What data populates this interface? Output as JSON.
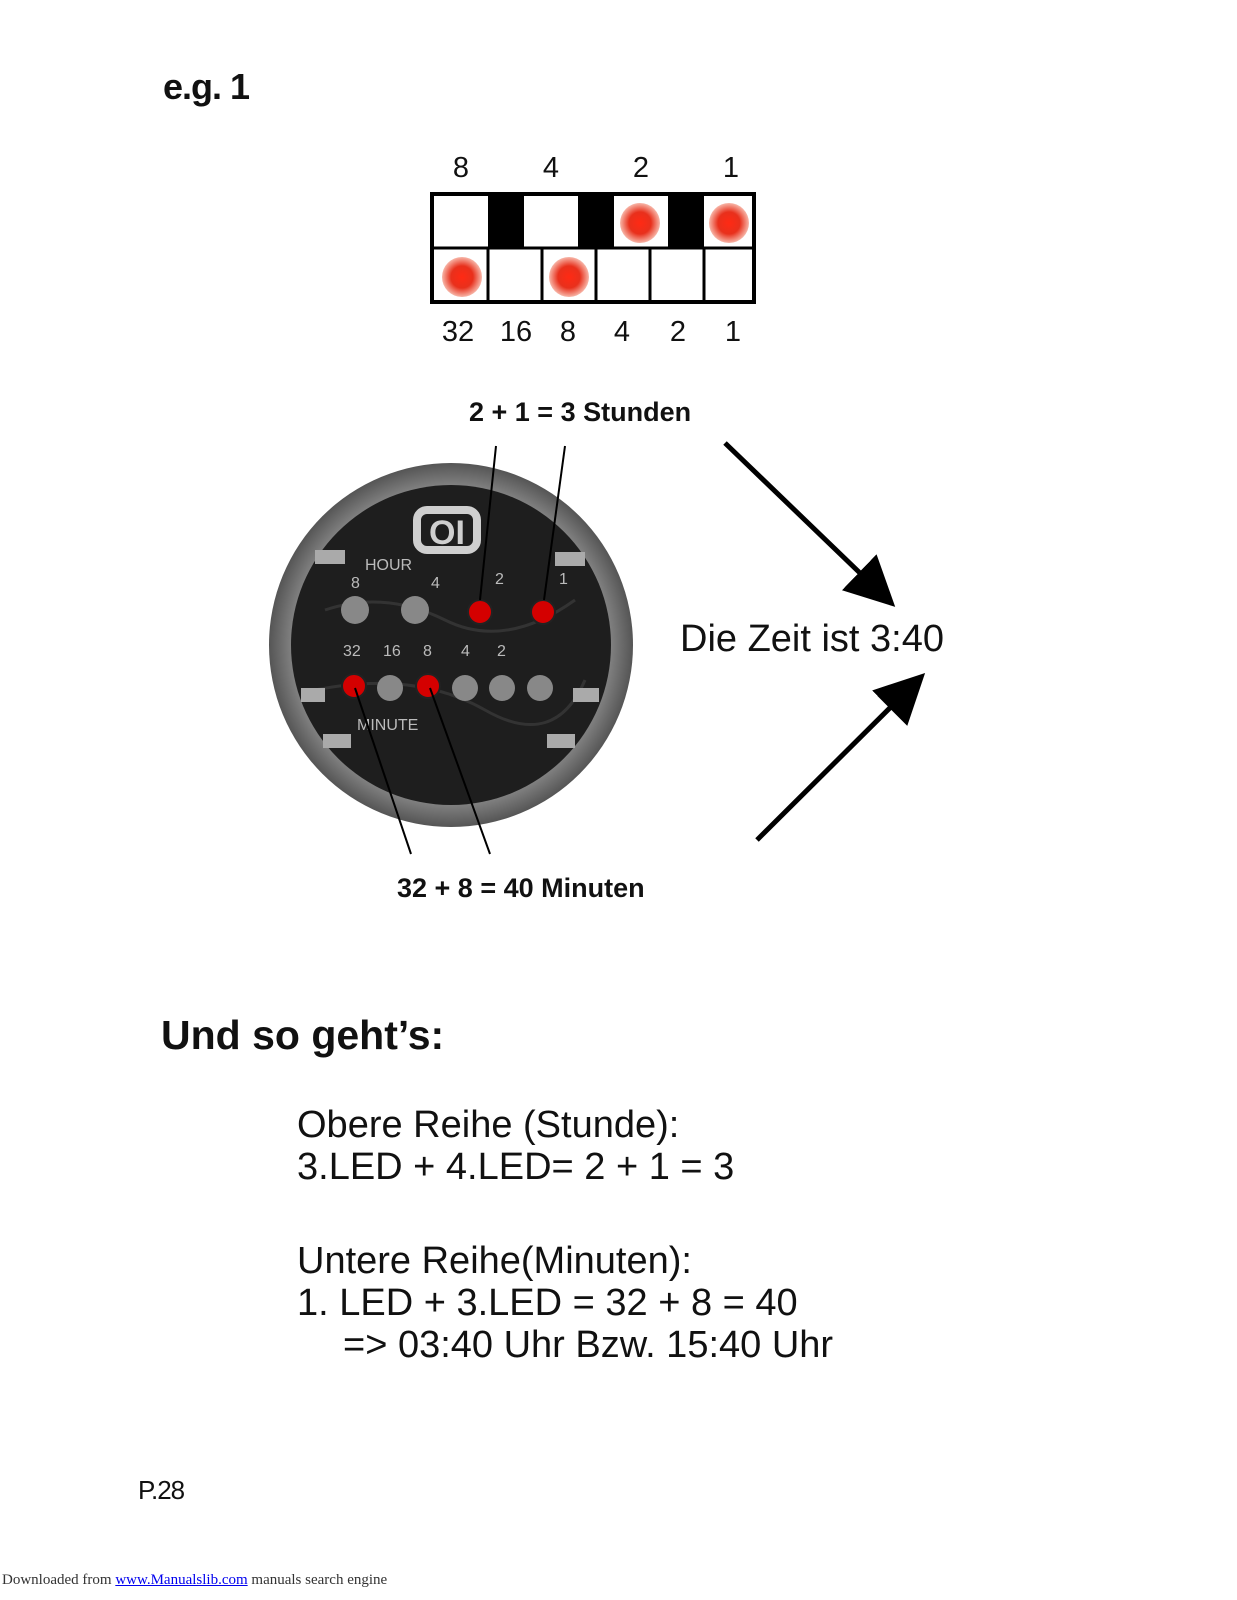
{
  "example_title": "e.g. 1",
  "top_row_labels": [
    "8",
    "4",
    "2",
    "1"
  ],
  "bottom_row_labels": [
    "32",
    "16",
    "8",
    "4",
    "2",
    "1"
  ],
  "led_state": {
    "hour": [
      false,
      false,
      true,
      true
    ],
    "minute": [
      true,
      false,
      true,
      false,
      false,
      false
    ]
  },
  "watch": {
    "logo": "OI",
    "hour_label": "HOUR",
    "minute_label": "MINUTE",
    "hour_values": [
      "8",
      "4",
      "2",
      "1"
    ],
    "minute_values": [
      "32",
      "16",
      "8",
      "4",
      "2"
    ]
  },
  "hours_caption": "2  +  1  =  3 Stunden",
  "minutes_caption": "32  +  8  =  40 Minuten",
  "time_statement": "Die Zeit ist 3:40",
  "howto_heading": "Und so geht’s:",
  "explanation": {
    "upper_title": "Obere Reihe (Stunde):",
    "upper_calc": "3.LED + 4.LED= 2 + 1 = 3",
    "lower_title": "Untere Reihe(Minuten):",
    "lower_calc": "1. LED + 3.LED = 32 + 8 = 40",
    "result": "=> 03:40 Uhr Bzw. 15:40 Uhr"
  },
  "page_number": "P.28",
  "footer": {
    "prefix": "Downloaded from ",
    "link_text": "www.Manualslib.com",
    "suffix": "  manuals search engine"
  },
  "colors": {
    "led": "#e8301c",
    "led_dark": "#d40000",
    "grid_black": "#000000"
  }
}
